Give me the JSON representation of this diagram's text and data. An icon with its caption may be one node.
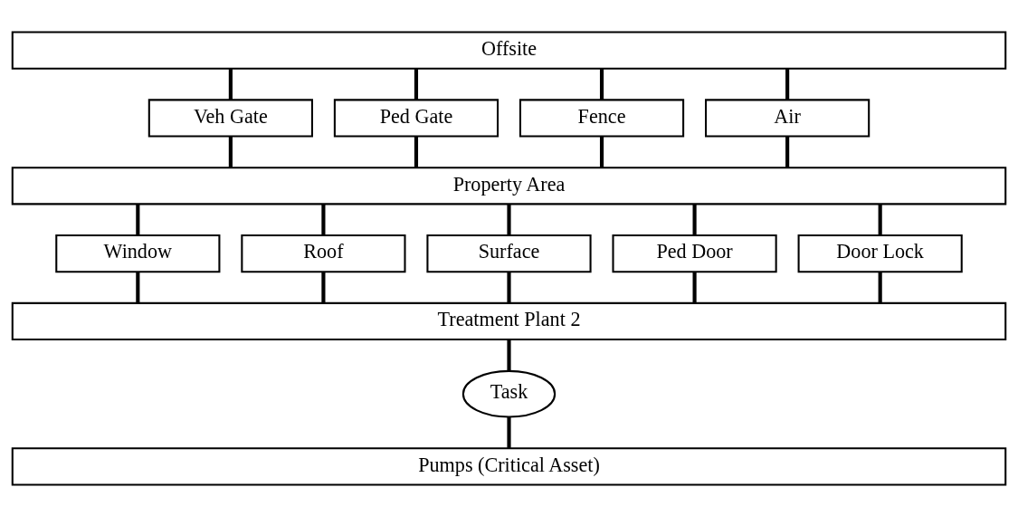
{
  "diagram": {
    "nodes": [
      {
        "text": [
          "Offsite"
        ]
      },
      {
        "text": [
          "Veh Gate"
        ]
      },
      {
        "text": [
          "Ped Gate"
        ]
      },
      {
        "text": [
          "Fence"
        ]
      },
      {
        "text": [
          "Air"
        ]
      },
      {
        "text": [
          "Property Area"
        ]
      },
      {
        "text": [
          "Window"
        ]
      },
      {
        "text": [
          "Roof"
        ]
      },
      {
        "text": [
          "Surface"
        ]
      },
      {
        "text": [
          "Ped Door"
        ]
      },
      {
        "text": [
          "Door Lock"
        ]
      },
      {
        "text": [
          "Treatment Plant 2"
        ]
      },
      {
        "text": [
          "Task"
        ]
      },
      {
        "text": [
          "Pumps (Critical Asset)"
        ]
      }
    ],
    "edges": [
      {
        "from": 0,
        "to": 1,
        "arrow": "none"
      },
      {
        "from": 0,
        "to": 2,
        "arrow": "none"
      },
      {
        "from": 0,
        "to": 3,
        "arrow": "none"
      },
      {
        "from": 0,
        "to": 4,
        "arrow": "none"
      },
      {
        "from": 1,
        "to": 5,
        "arrow": "none"
      },
      {
        "from": 2,
        "to": 5,
        "arrow": "none"
      },
      {
        "from": 3,
        "to": 5,
        "arrow": "none"
      },
      {
        "from": 4,
        "to": 5,
        "arrow": "none"
      },
      {
        "from": 5,
        "to": 6,
        "arrow": "none"
      },
      {
        "from": 5,
        "to": 7,
        "arrow": "none"
      },
      {
        "from": 5,
        "to": 8,
        "arrow": "none"
      },
      {
        "from": 5,
        "to": 9,
        "arrow": "none"
      },
      {
        "from": 5,
        "to": 10,
        "arrow": "none"
      },
      {
        "from": 6,
        "to": 11,
        "arrow": "none"
      },
      {
        "from": 7,
        "to": 11,
        "arrow": "none"
      },
      {
        "from": 8,
        "to": 11,
        "arrow": "none"
      },
      {
        "from": 9,
        "to": 11,
        "arrow": "none"
      },
      {
        "from": 10,
        "to": 11,
        "arrow": "none"
      },
      {
        "from": 11,
        "to": 12,
        "arrow": "none"
      },
      {
        "from": 12,
        "to": 13,
        "arrow": "none"
      }
    ]
  }
}
